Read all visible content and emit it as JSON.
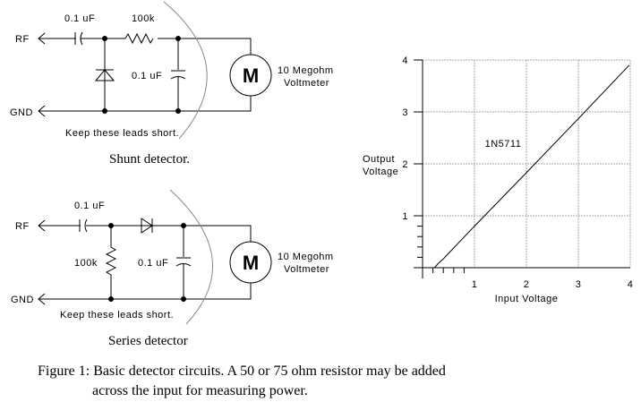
{
  "shunt": {
    "rf_label": "RF",
    "gnd_label": "GND",
    "cap1_label": "0.1 uF",
    "res_label": "100k",
    "cap2_label": "0.1 uF",
    "meter_label": "M",
    "meter_desc1": "10 Megohm",
    "meter_desc2": "Voltmeter",
    "note": "Keep these leads short.",
    "title": "Shunt detector."
  },
  "series": {
    "rf_label": "RF",
    "gnd_label": "GND",
    "cap1_label": "0.1 uF",
    "res_label": "100k",
    "cap2_label": "0.1 uF",
    "meter_label": "M",
    "meter_desc1": "10 Megohm",
    "meter_desc2": "Voltmeter",
    "note": "Keep these leads short.",
    "title": "Series detector"
  },
  "chart_data": {
    "type": "line",
    "title": "",
    "xlabel": "Input Voltage",
    "ylabel_lines": [
      "Output",
      "Voltage"
    ],
    "xlim": [
      0,
      4
    ],
    "ylim": [
      0,
      4
    ],
    "xticks": [
      "1",
      "2",
      "3",
      "4"
    ],
    "yticks": [
      "1",
      "2",
      "3",
      "4"
    ],
    "grid": true,
    "series": [
      {
        "name": "1N5711",
        "x": [
          0.23,
          0.3,
          0.4,
          1,
          2,
          3,
          3.98
        ],
        "y": [
          0,
          0.08,
          0.17,
          0.8,
          1.83,
          2.87,
          3.9
        ]
      }
    ]
  },
  "caption": {
    "line1": "Figure 1: Basic detector circuits. A 50 or 75 ohm resistor may be added",
    "line2": "across the input for measuring power."
  }
}
